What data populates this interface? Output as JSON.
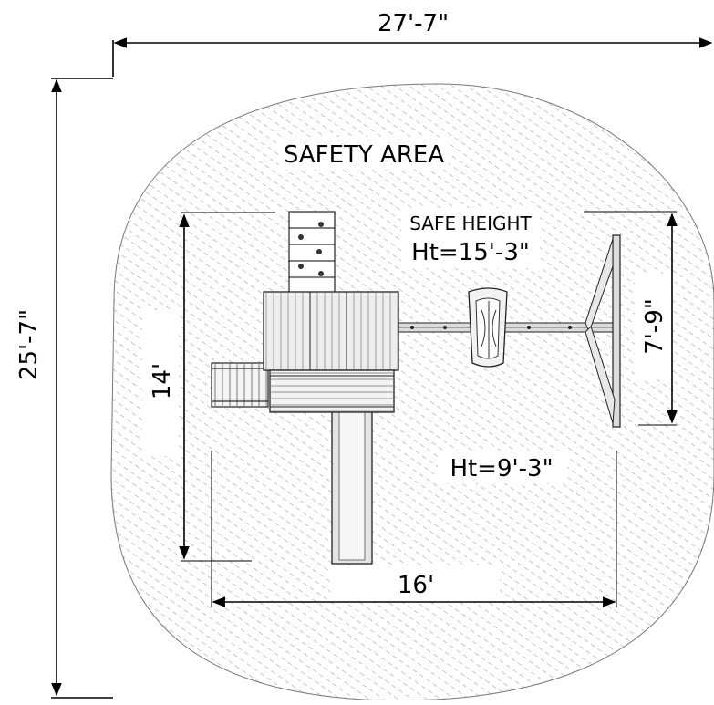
{
  "diagram": {
    "overall_width": "27'-7\"",
    "overall_depth": "25'-7\"",
    "safety_area_label": "SAFETY AREA",
    "safe_height_label": "SAFE HEIGHT",
    "safe_height_value": "Ht=15'-3\"",
    "secondary_height_value": "Ht=9'-3\"",
    "inner_depth": "14'",
    "inner_width": "16'",
    "swing_beam_width": "7'-9\""
  },
  "colors": {
    "line": "#000000",
    "hatch": "#9a9a9a",
    "panel_fill": "#e6e6e6",
    "wood_dark": "#555555"
  },
  "icons": [
    "safety-area-hatch",
    "playset-tower",
    "climbing-wall",
    "slide",
    "ladder",
    "tire-swing",
    "a-frame"
  ]
}
